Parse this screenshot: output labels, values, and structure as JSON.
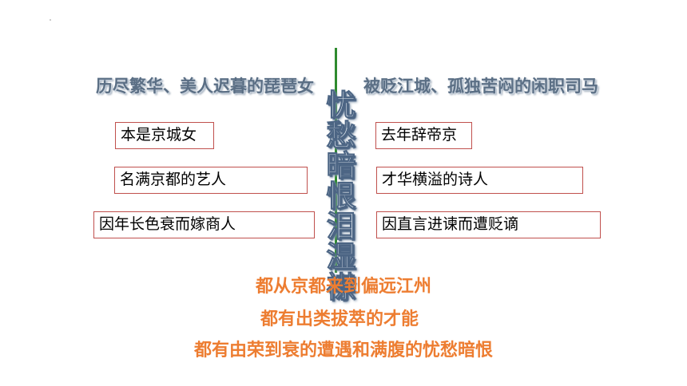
{
  "headings": {
    "left": "历尽繁华、美人迟暮的琵琶女",
    "right": "被贬江城、孤独苦闷的闲职司马"
  },
  "center_title": "忧愁暗恨泪湿襟",
  "left_boxes": [
    "本是京城女",
    "名满京都的艺人",
    "因年长色衰而嫁商人"
  ],
  "right_boxes": [
    "去年辞帝京",
    "才华横溢的诗人",
    "因直言进谏而遭贬谪"
  ],
  "summary": [
    "都从京都来到偏远江州",
    "都有出类拔萃的才能",
    "都有由荣到衰的遭遇和满腹的忧愁暗恨"
  ],
  "colors": {
    "heading": "#5b6f85",
    "box_border": "#c0504d",
    "divider": "#2e8b2e",
    "summary": "#ed7d31"
  }
}
